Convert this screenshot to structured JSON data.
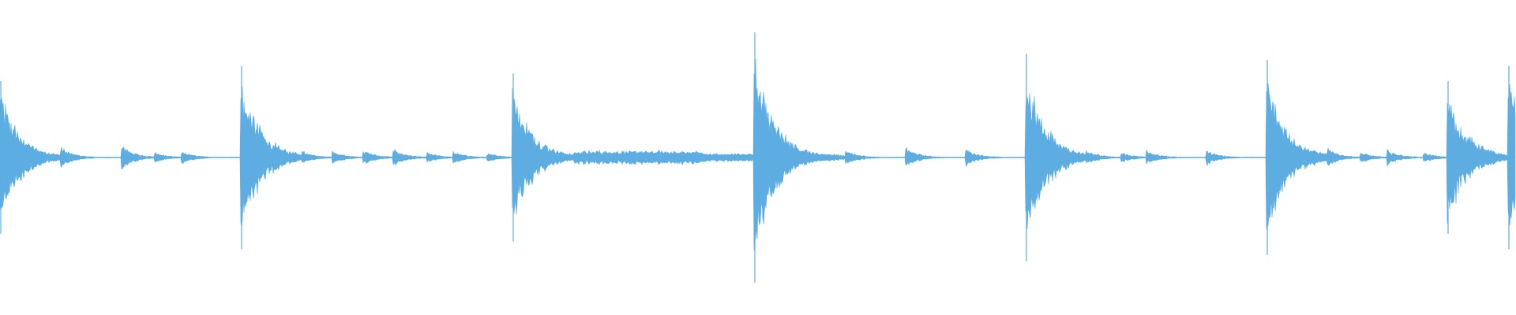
{
  "waveform": {
    "color": "#5dade2",
    "background": "#ffffff",
    "duration_units": 1920,
    "peak_scale": 1.0,
    "events": [
      {
        "t": 0,
        "amp": 0.5,
        "decay": 0.013,
        "kind": "strong"
      },
      {
        "t": 77,
        "amp": 0.08,
        "decay": 0.008,
        "kind": "soft"
      },
      {
        "t": 154,
        "amp": 0.1,
        "decay": 0.008,
        "kind": "soft"
      },
      {
        "t": 196,
        "amp": 0.04,
        "decay": 0.008,
        "kind": "soft"
      },
      {
        "t": 230,
        "amp": 0.05,
        "decay": 0.008,
        "kind": "soft"
      },
      {
        "t": 305,
        "amp": 0.6,
        "decay": 0.013,
        "kind": "strong"
      },
      {
        "t": 344,
        "amp": 0.05,
        "decay": 0.008,
        "kind": "soft"
      },
      {
        "t": 383,
        "amp": 0.05,
        "decay": 0.008,
        "kind": "soft"
      },
      {
        "t": 421,
        "amp": 0.05,
        "decay": 0.008,
        "kind": "soft"
      },
      {
        "t": 460,
        "amp": 0.06,
        "decay": 0.008,
        "kind": "soft"
      },
      {
        "t": 498,
        "amp": 0.07,
        "decay": 0.008,
        "kind": "soft"
      },
      {
        "t": 541,
        "amp": 0.04,
        "decay": 0.008,
        "kind": "soft"
      },
      {
        "t": 574,
        "amp": 0.05,
        "decay": 0.008,
        "kind": "soft"
      },
      {
        "t": 617,
        "amp": 0.04,
        "decay": 0.008,
        "kind": "soft"
      },
      {
        "t": 649,
        "amp": 0.55,
        "decay": 0.013,
        "kind": "strong"
      },
      {
        "t": 727,
        "amp": 0.05,
        "decay": 0.03,
        "kind": "sustain"
      },
      {
        "t": 767,
        "amp": 0.06,
        "decay": 0.01,
        "kind": "soft"
      },
      {
        "t": 803,
        "amp": 0.04,
        "decay": 0.008,
        "kind": "soft"
      },
      {
        "t": 842,
        "amp": 0.03,
        "decay": 0.04,
        "kind": "sustain"
      },
      {
        "t": 955,
        "amp": 0.82,
        "decay": 0.013,
        "kind": "strong"
      },
      {
        "t": 994,
        "amp": 0.05,
        "decay": 0.008,
        "kind": "soft"
      },
      {
        "t": 1034,
        "amp": 0.04,
        "decay": 0.008,
        "kind": "soft"
      },
      {
        "t": 1071,
        "amp": 0.06,
        "decay": 0.008,
        "kind": "soft"
      },
      {
        "t": 1147,
        "amp": 0.08,
        "decay": 0.008,
        "kind": "soft"
      },
      {
        "t": 1223,
        "amp": 0.07,
        "decay": 0.008,
        "kind": "soft"
      },
      {
        "t": 1299,
        "amp": 0.68,
        "decay": 0.013,
        "kind": "strong"
      },
      {
        "t": 1376,
        "amp": 0.06,
        "decay": 0.008,
        "kind": "soft"
      },
      {
        "t": 1420,
        "amp": 0.04,
        "decay": 0.008,
        "kind": "soft"
      },
      {
        "t": 1452,
        "amp": 0.06,
        "decay": 0.008,
        "kind": "soft"
      },
      {
        "t": 1528,
        "amp": 0.06,
        "decay": 0.008,
        "kind": "soft"
      },
      {
        "t": 1604,
        "amp": 0.64,
        "decay": 0.013,
        "kind": "strong"
      },
      {
        "t": 1681,
        "amp": 0.07,
        "decay": 0.008,
        "kind": "soft"
      },
      {
        "t": 1723,
        "amp": 0.04,
        "decay": 0.008,
        "kind": "soft"
      },
      {
        "t": 1757,
        "amp": 0.06,
        "decay": 0.008,
        "kind": "soft"
      },
      {
        "t": 1803,
        "amp": 0.04,
        "decay": 0.008,
        "kind": "soft"
      },
      {
        "t": 1833,
        "amp": 0.5,
        "decay": 0.013,
        "kind": "strong"
      },
      {
        "t": 1878,
        "amp": 0.04,
        "decay": 0.008,
        "kind": "soft"
      },
      {
        "t": 1910,
        "amp": 0.6,
        "decay": 0.013,
        "kind": "strong"
      }
    ]
  }
}
